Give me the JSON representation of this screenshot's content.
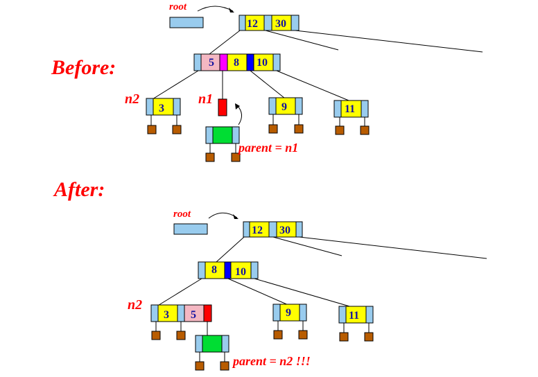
{
  "titles": {
    "before": "Before:",
    "after": "After:"
  },
  "labels": {
    "root": "root",
    "n1": "n1",
    "n2": "n2",
    "note_before": "parent = n1",
    "note_after": "parent = n2 !!!"
  },
  "keys": {
    "before_root": [
      "12",
      "30"
    ],
    "before_inner": [
      "5",
      "8",
      "10"
    ],
    "before_leaves": [
      "3",
      "9",
      "11"
    ],
    "after_root": [
      "12",
      "30"
    ],
    "after_inner": [
      "8",
      "10"
    ],
    "after_leaves": [
      "3",
      "5",
      "9",
      "11"
    ]
  },
  "colors": {
    "pointer_slot": "#99ccee",
    "key_cell": "#ffff00",
    "pink_key": "#f4b7c2",
    "magenta_ptr": "#ff00ff",
    "blue_ptr": "#0000ff",
    "red_node": "#ff0000",
    "green_node": "#00dd33",
    "leaf_child": "#b85c00",
    "title_red": "#ff0000",
    "key_text": "#1010a0"
  }
}
